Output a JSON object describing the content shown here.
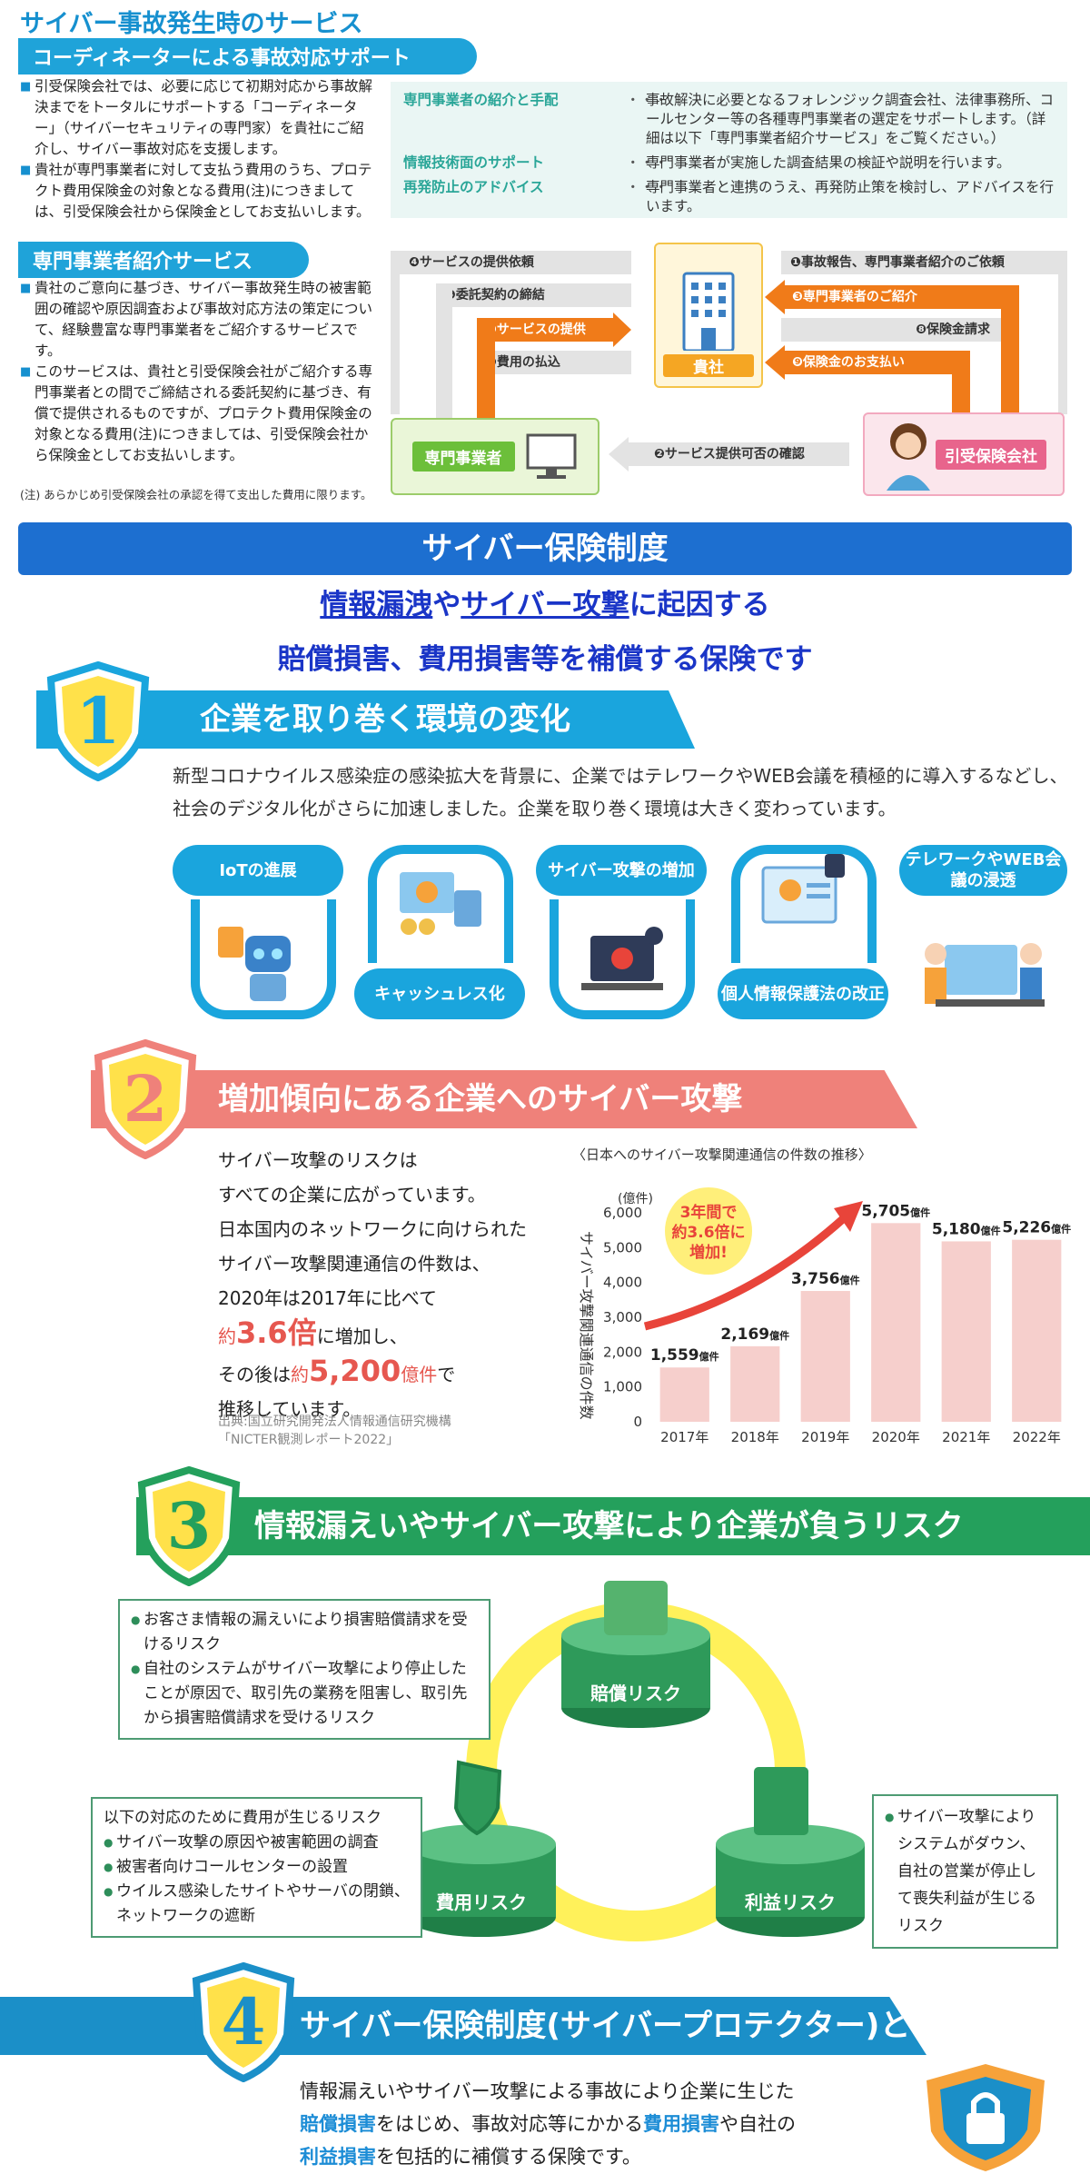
{
  "services": {
    "title": "サイバー事故発生時のサービス",
    "coordinator": {
      "heading": "コーディネーターによる事故対応サポート",
      "items": [
        "引受保険会社では、必要に応じて初期対応から事故解決までをトータルにサポートする「コーディネーター」（サイバーセキュリティの専門家）を貴社にご紹介し、サイバー事故対応を支援します。",
        "貴社が専門事業者に対して支払う費用のうち、プロテクト費用保険金の対象となる費用(注)につきましては、引受保険会社から保険金としてお支払いします。"
      ]
    },
    "vendor": {
      "heading": "専門事業者紹介サービス",
      "items": [
        "貴社のご意向に基づき、サイバー事故発生時の被害範囲の確認や原因調査および事故対応方法の策定について、経験豊富な専門事業者をご紹介するサービスです。",
        "このサービスは、貴社と引受保険会社がご紹介する専門事業者との間でご締結される委託契約に基づき、有償で提供されるものですが、プロテクト費用保険金の対象となる費用(注)につきましては、引受保険会社から保険金としてお支払いします。"
      ],
      "note": "(注) あらかじめ引受保険会社の承認を得て支出した費用に限ります。"
    },
    "info": [
      {
        "term": "専門事業者の紹介と手配",
        "dots": "・・・",
        "desc": "事故解決に必要となるフォレンジック調査会社、法律事務所、コールセンター等の各種専門事業者の選定をサポートします。（詳細は以下「専門事業者紹介サービス」をご覧ください。）"
      },
      {
        "term": "情報技術面のサポート",
        "dots": "・・・",
        "desc": "専門事業者が実施した調査結果の検証や説明を行います。"
      },
      {
        "term": "再発防止のアドバイス",
        "dots": "・・・",
        "desc": "専門事業者と連携のうえ、再発防止策を検討し、アドバイスを行います。"
      }
    ],
    "flow": {
      "company": "貴社",
      "vendor": "専門事業者",
      "insurer": "引受保険会社",
      "steps": {
        "s1": "❶事故報告、専門事業者紹介のご依頼",
        "s2": "❷サービス提供可否の確認",
        "s3": "❸専門事業者のご紹介",
        "s4": "❹サービスの提供依頼",
        "s5": "❺委託契約の締結",
        "s6": "❻サービスの提供",
        "s7": "❼費用の払込",
        "s8": "❽保険金請求",
        "s9": "❾保険金のお支払い"
      }
    }
  },
  "banner": {
    "title": "サイバー保険制度",
    "lead1_u1": "情報漏洩",
    "lead1_mid": "や",
    "lead1_u2": "サイバー攻撃",
    "lead1_end": "に起因する",
    "lead2": "賠償損害、費用損害等を補償する保険です"
  },
  "sec1": {
    "num": "1",
    "title": "企業を取り巻く環境の変化",
    "body": "新型コロナウイルス感染症の感染拡大を背景に、企業ではテレワークやWEB会議を積極的に導入するなどし、社会のデジタル化がさらに加速しました。企業を取り巻く環境は大きく変わっています。",
    "cards": [
      "IoTの進展",
      "キャッシュレス化",
      "サイバー攻撃の増加",
      "個人情報保護法の改正",
      "テレワークやWEB会議の浸透"
    ]
  },
  "sec2": {
    "num": "2",
    "title": "増加傾向にある企業へのサイバー攻撃",
    "line1": "サイバー攻撃のリスクは",
    "line2": "すべての企業に広がっています。",
    "line3": "日本国内のネットワークに向けられた",
    "line4": "サイバー攻撃関連通信の件数は、",
    "line5": "2020年は2017年に比べて",
    "approx": "約",
    "times": "3.6倍",
    "line6b": "に増加し、",
    "line7a": "その後は",
    "approx2": "約",
    "figure": "5,200",
    "unit": "億件",
    "line7c": "で",
    "line8": "推移しています。",
    "source1": "出典:国立研究開発法人情報通信研究機構",
    "source2": "「NICTER観測レポート2022」",
    "callout": [
      "3年間で",
      "約3.6倍に",
      "増加!"
    ]
  },
  "chart_data": {
    "type": "bar",
    "title": "〈日本へのサイバー攻撃関連通信の件数の推移〉",
    "ylabel": "サイバー攻撃関連通信の件数",
    "yunit": "(億件)",
    "categories": [
      "2017年",
      "2018年",
      "2019年",
      "2020年",
      "2021年",
      "2022年"
    ],
    "values": [
      1559,
      2169,
      3756,
      5705,
      5180,
      5226
    ],
    "data_labels": [
      "1,559",
      "2,169",
      "3,756",
      "5,705",
      "5,180",
      "5,226"
    ],
    "label_unit": "億件",
    "ylim": [
      0,
      6000
    ],
    "yticks": [
      "0",
      "1,000",
      "2,000",
      "3,000",
      "4,000",
      "5,000",
      "6,000"
    ],
    "bar_color": "#f6cfcc"
  },
  "sec3": {
    "num": "3",
    "title": "情報漏えいやサイバー攻撃により企業が負うリスク",
    "pillars": [
      "賠償リスク",
      "費用リスク",
      "利益リスク"
    ],
    "box1": [
      "お客さま情報の漏えいにより損害賠償請求を受けるリスク",
      "自社のシステムがサイバー攻撃により停止したことが原因で、取引先の業務を阻害し、取引先から損害賠償請求を受けるリスク"
    ],
    "box2_title": "以下の対応のために費用が生じるリスク",
    "box2": [
      "サイバー攻撃の原因や被害範囲の調査",
      "被害者向けコールセンターの設置",
      "ウイルス感染したサイトやサーバの閉鎖、ネットワークの遮断"
    ],
    "box3": [
      "サイバー攻撃によりシステムがダウン、自社の営業が停止して喪失利益が生じるリスク"
    ]
  },
  "sec4": {
    "num": "4",
    "title": "サイバー保険制度(サイバープロテクター)とは?",
    "p1": "情報漏えいやサイバー攻撃による事故により企業に生じた",
    "p2a": "賠償損害",
    "p2b": "をはじめ、事故対応等にかかる",
    "p2c": "費用損害",
    "p2d": "や自社の",
    "p3a": "利益損害",
    "p3b": "を包括的に補償する保険です。"
  }
}
